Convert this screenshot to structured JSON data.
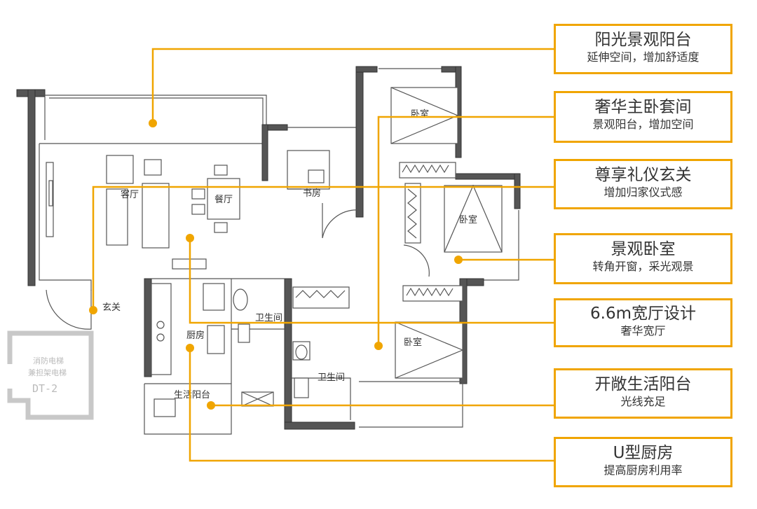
{
  "rooms": {
    "living": "客厅",
    "dining": "餐厅",
    "study": "书房",
    "bedroom_top": "卧室",
    "bedroom_right": "卧室",
    "bedroom_bottom": "卧室",
    "entry": "玄关",
    "kitchen": "厨房",
    "bath_top": "卫生间",
    "bath_bottom": "卫生间",
    "utility_balcony": "生活阳台"
  },
  "elevator": {
    "line1": "消防电梯",
    "line2": "兼担架电梯",
    "code": "DT-2"
  },
  "callouts": [
    {
      "title": "阳光景观阳台",
      "subtitle": "延伸空间，增加舒适度"
    },
    {
      "title": "奢华主卧套间",
      "subtitle": "景观阳台，增加空间"
    },
    {
      "title": "尊享礼仪玄关",
      "subtitle": "增加归家仪式感"
    },
    {
      "title": "景观卧室",
      "subtitle": "转角开窗，采光观景"
    },
    {
      "title": "6.6m宽厅设计",
      "subtitle": "奢华宽厅"
    },
    {
      "title": "开敞生活阳台",
      "subtitle": "光线充足"
    },
    {
      "title": "U型厨房",
      "subtitle": "提高厨房利用率"
    }
  ],
  "colors": {
    "accent": "#f0a500",
    "wall": "#555555",
    "elevator": "#c8c8c8"
  }
}
